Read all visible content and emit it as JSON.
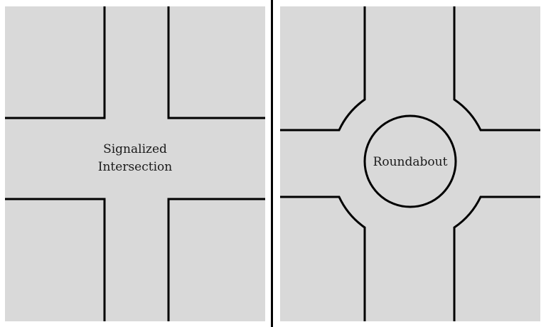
{
  "diagram": {
    "background": "#ffffff",
    "panel_fill": "#d9d9d9",
    "line_color": "#000000",
    "divider_color": "#000000",
    "panels": [
      {
        "id": "signalized",
        "label_lines": [
          "Signalized",
          "Intersection"
        ]
      },
      {
        "id": "roundabout",
        "label": "Roundabout"
      }
    ]
  }
}
